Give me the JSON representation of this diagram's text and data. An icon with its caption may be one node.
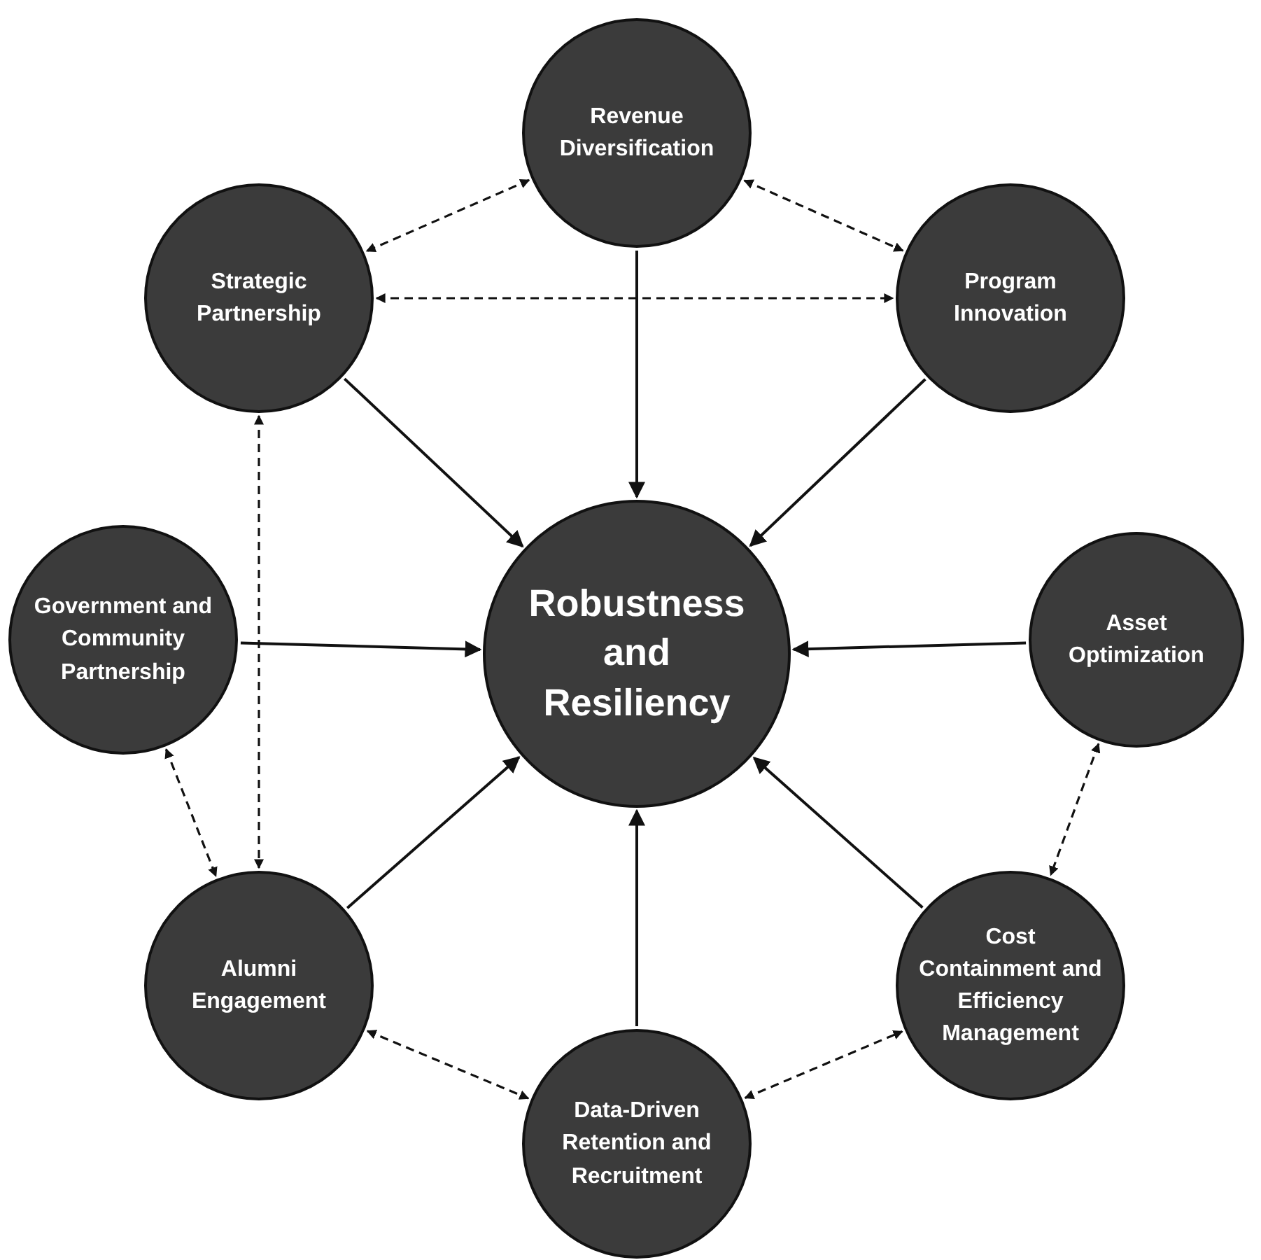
{
  "diagram": {
    "nodes": [
      {
        "text": [
          "Revenue Diversification"
        ]
      },
      {
        "text": [
          "Strategic Partnership"
        ]
      },
      {
        "text": [
          "Program Innovation"
        ]
      },
      {
        "text": [
          "Government and Community Partnership"
        ]
      },
      {
        "text": [
          "Robustness and Resiliency"
        ]
      },
      {
        "text": [
          "Asset Optimization"
        ]
      },
      {
        "text": [
          "Alumni Engagement"
        ]
      },
      {
        "text": [
          "Cost Containment and Efficiency Management"
        ]
      },
      {
        "text": [
          "Data-Driven Retention and Recruitment"
        ]
      }
    ],
    "edges": [
      {
        "from": 0,
        "to": 4,
        "arrow": "to"
      },
      {
        "from": 1,
        "to": 4,
        "arrow": "to"
      },
      {
        "from": 2,
        "to": 4,
        "arrow": "to"
      },
      {
        "from": 3,
        "to": 4,
        "arrow": "to"
      },
      {
        "from": 5,
        "to": 4,
        "arrow": "to"
      },
      {
        "from": 6,
        "to": 4,
        "arrow": "to"
      },
      {
        "from": 7,
        "to": 4,
        "arrow": "to"
      },
      {
        "from": 8,
        "to": 4,
        "arrow": "to"
      },
      {
        "from": 0,
        "to": 1,
        "arrow": "both",
        "style": "dashed"
      },
      {
        "from": 0,
        "to": 2,
        "arrow": "both",
        "style": "dashed"
      },
      {
        "from": 1,
        "to": 2,
        "arrow": "both",
        "style": "dashed"
      },
      {
        "from": 1,
        "to": 6,
        "arrow": "both",
        "style": "dashed"
      },
      {
        "from": 3,
        "to": 6,
        "arrow": "both",
        "style": "dashed"
      },
      {
        "from": 5,
        "to": 7,
        "arrow": "both",
        "style": "dashed"
      },
      {
        "from": 6,
        "to": 8,
        "arrow": "both",
        "style": "dashed"
      },
      {
        "from": 8,
        "to": 7,
        "arrow": "both",
        "style": "dashed"
      }
    ]
  }
}
